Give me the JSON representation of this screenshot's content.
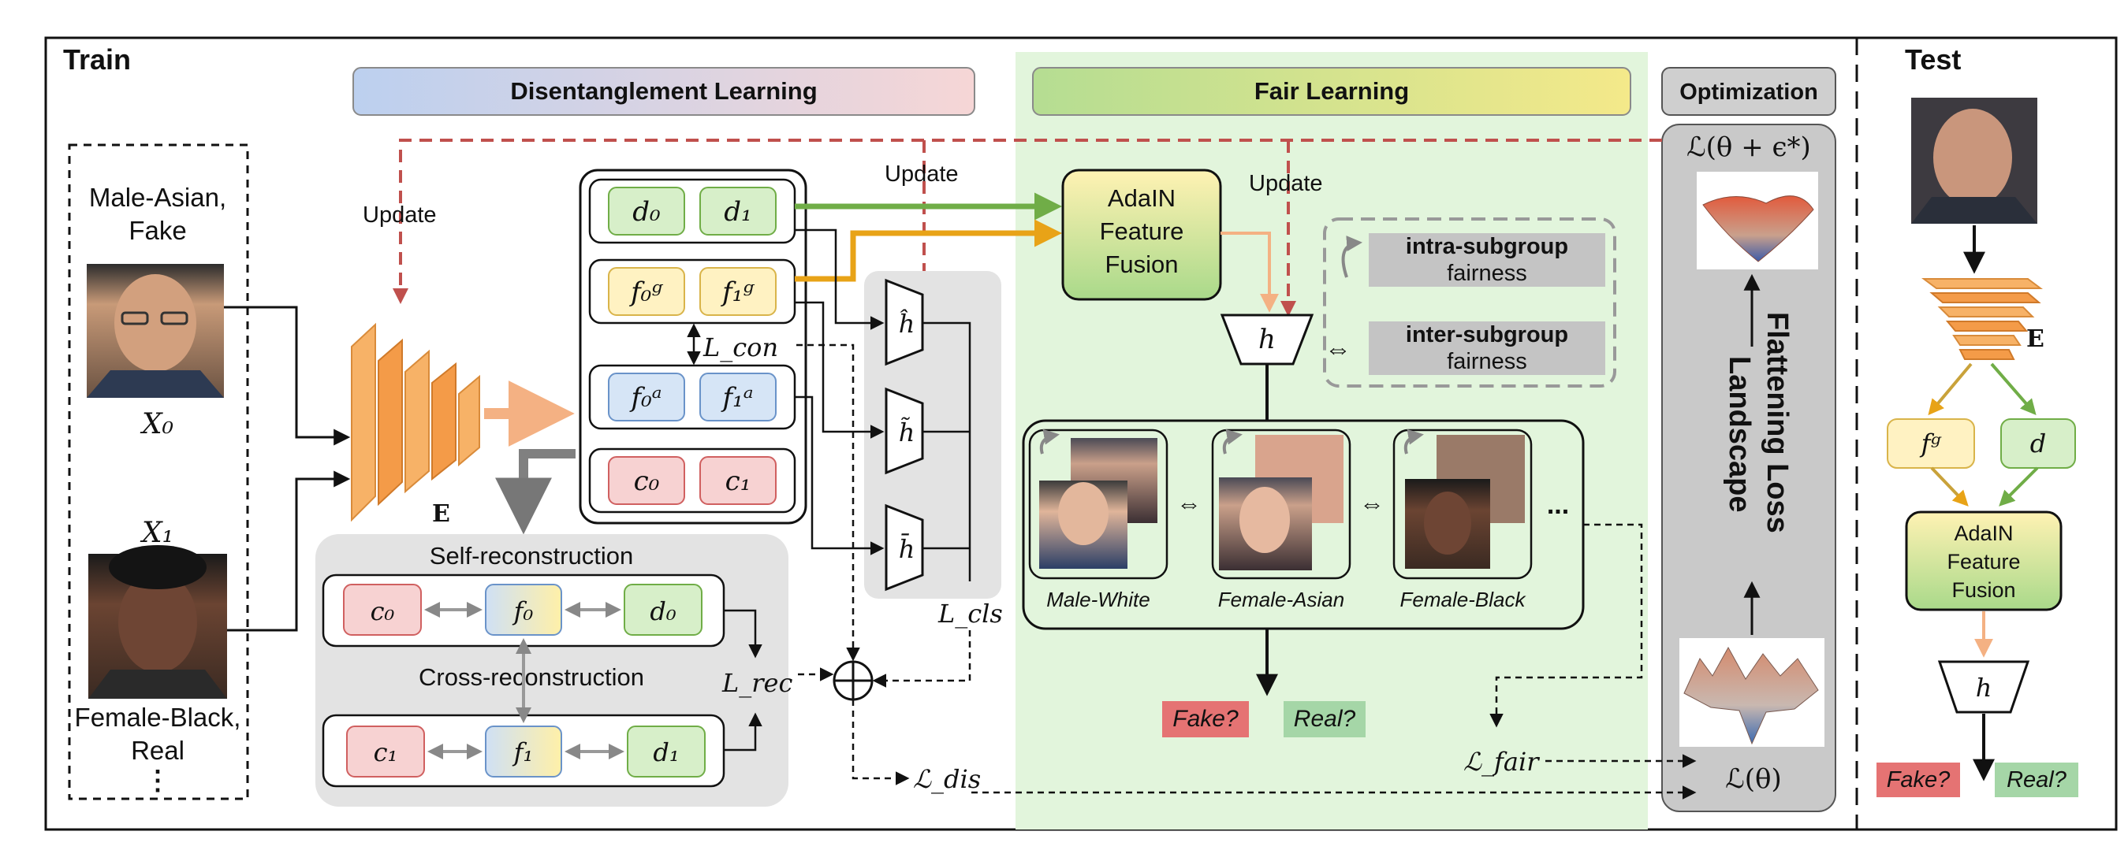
{
  "sections": {
    "train": "Train",
    "test": "Test",
    "disentanglement": "Disentanglement Learning",
    "fair": "Fair Learning",
    "optimization": "Optimization"
  },
  "inputs": {
    "x0_caption_1": "Male-Asian,",
    "x0_caption_2": "Fake",
    "x0_label": "X₀",
    "x1_label": "X₁",
    "x1_caption_1": "Female-Black,",
    "x1_caption_2": "Real"
  },
  "update_labels": [
    "Update",
    "Update",
    "Update"
  ],
  "encoder_label": "E",
  "features": {
    "d0": "d₀",
    "d1": "d₁",
    "fg0": "f₀ᵍ",
    "fg1": "f₁ᵍ",
    "fa0": "f₀ᵃ",
    "fa1": "f₁ᵃ",
    "c0": "c₀",
    "c1": "c₁"
  },
  "losses": {
    "con": "L_con",
    "cls": "L_cls",
    "rec": "L_rec",
    "dis": "ℒ_dis",
    "fair": "ℒ_fair",
    "theta": "ℒ(θ)",
    "theta_eps": "ℒ(θ + ϵ*)"
  },
  "reconstruction": {
    "self": "Self-reconstruction",
    "cross": "Cross-reconstruction",
    "row1": [
      "c₀",
      "f₀",
      "d₀"
    ],
    "row2": [
      "c₁",
      "f₁",
      "d₁"
    ]
  },
  "classifiers": [
    "ĥ",
    "h̃",
    "h̄"
  ],
  "adain": [
    "AdaIN",
    "Feature",
    "Fusion"
  ],
  "head": "h",
  "fairness": {
    "intra_bold": "intra-subgroup",
    "intra_rest": "fairness",
    "inter_bold": "inter-subgroup",
    "inter_rest": "fairness",
    "equiv": "⇔"
  },
  "subgroups": [
    "Male-White",
    "Female-Asian",
    "Female-Black"
  ],
  "ellipsis": "...",
  "outputs": {
    "fake": "Fake?",
    "real": "Real?"
  },
  "flattening": [
    "Flattening Loss",
    "Landscape"
  ],
  "test": {
    "encoder": "E",
    "fg": "fᵍ",
    "d": "d",
    "adain": [
      "AdaIN",
      "Feature",
      "Fusion"
    ],
    "head": "h",
    "fake": "Fake?",
    "real": "Real?"
  },
  "colors": {
    "update_arrow": "#c0504d",
    "green_arrow": "#70ad47",
    "orange_arrow": "#e8a317",
    "encoder_orange": "#f4a460",
    "fake_badge": "#e57373",
    "real_badge": "#a5d6a7",
    "fair_bg": "#e2f5dc",
    "opt_bg": "#c9c9c9"
  }
}
